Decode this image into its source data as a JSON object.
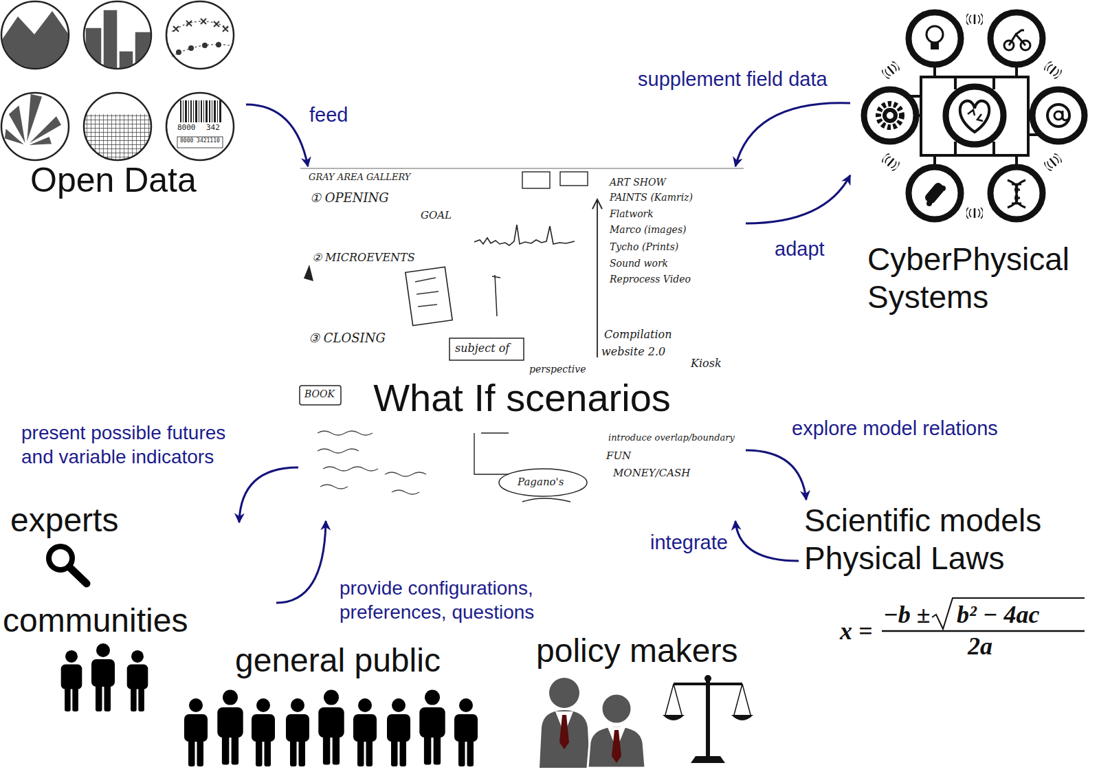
{
  "diagram": {
    "nodes": [
      {
        "text": [
          "Open Data"
        ]
      },
      {
        "text": [
          "What If scenarios"
        ]
      },
      {
        "text": [
          "CyberPhysical Systems"
        ]
      },
      {
        "text": [
          "experts"
        ]
      },
      {
        "text": [
          "Scientific models Physical Laws"
        ]
      },
      {
        "text": [
          "communities"
        ]
      },
      {
        "text": [
          "general public"
        ]
      },
      {
        "text": [
          "policy makers"
        ]
      }
    ],
    "edges": [
      {
        "from": 0,
        "to": 1,
        "label": "feed",
        "arrow": "to"
      },
      {
        "from": 2,
        "to": 1,
        "label": "supplement field data",
        "arrow": "to"
      },
      {
        "from": 1,
        "to": 2,
        "label": "adapt",
        "arrow": "to"
      },
      {
        "from": 1,
        "to": 4,
        "label": "explore model relations",
        "arrow": "to"
      },
      {
        "from": 4,
        "to": 1,
        "label": "integrate",
        "arrow": "to"
      },
      {
        "from": 1,
        "to": 3,
        "label": "present possible futures and variable indicators",
        "arrow": "to"
      },
      {
        "from": 5,
        "to": 1,
        "label": "provide configurations, preferences, questions",
        "arrow": "to"
      }
    ],
    "labels": [
      "8000",
      "342",
      "8000 3421110",
      "GRAY AREA GALLERY",
      "① OPENING",
      "GOAL",
      "② MICROEVENTS",
      "③ CLOSING",
      "subject of",
      "perspective",
      "ART SHOW",
      "PAINTS (Kamriz)",
      "Flatwork",
      "Marco (images)",
      "Tycho (Prints)",
      "Sound work",
      "Reprocess Video",
      "Compilation",
      "website 2.0",
      "Kiosk",
      "BOOK",
      "introduce overlap/boundary",
      "FUN",
      "MONEY/CASH",
      "Pagano's",
      "x =",
      "−b ±",
      "b² − 4ac",
      "2a"
    ]
  }
}
